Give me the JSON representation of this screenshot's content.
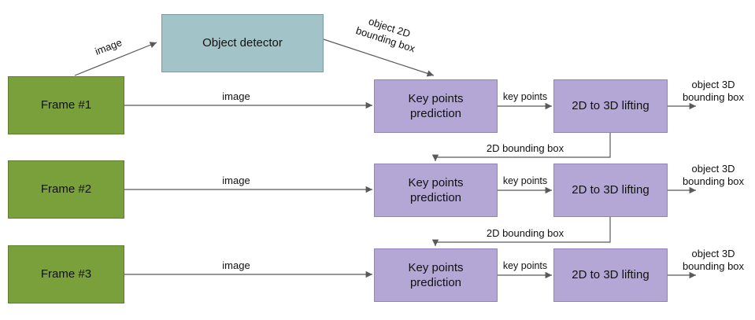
{
  "colors": {
    "frame_box": "#7aa03c",
    "detector_box": "#a2c4c9",
    "stage_box": "#b4a7d6",
    "arrow": "#595959",
    "text": "#111111"
  },
  "detector": {
    "label": "Object detector",
    "input_edge_label": "image",
    "output_edge_label": "object 2D\nbounding box"
  },
  "rows": [
    {
      "frame_label": "Frame #1",
      "image_edge_label": "image",
      "keypoints_label": "Key points\nprediction",
      "keypoints_edge_label": "key points",
      "lifting_label": "2D to 3D lifting",
      "output_edge_label": "object 3D\nbounding box"
    },
    {
      "frame_label": "Frame #2",
      "image_edge_label": "image",
      "keypoints_label": "Key points\nprediction",
      "keypoints_edge_label": "key points",
      "lifting_label": "2D to 3D lifting",
      "output_edge_label": "object 3D\nbounding box"
    },
    {
      "frame_label": "Frame #3",
      "image_edge_label": "image",
      "keypoints_label": "Key points\nprediction",
      "keypoints_edge_label": "key points",
      "lifting_label": "2D to 3D lifting",
      "output_edge_label": "object 3D\nbounding box"
    }
  ],
  "connectors": [
    {
      "label": "2D bounding box"
    },
    {
      "label": "2D bounding box"
    }
  ]
}
